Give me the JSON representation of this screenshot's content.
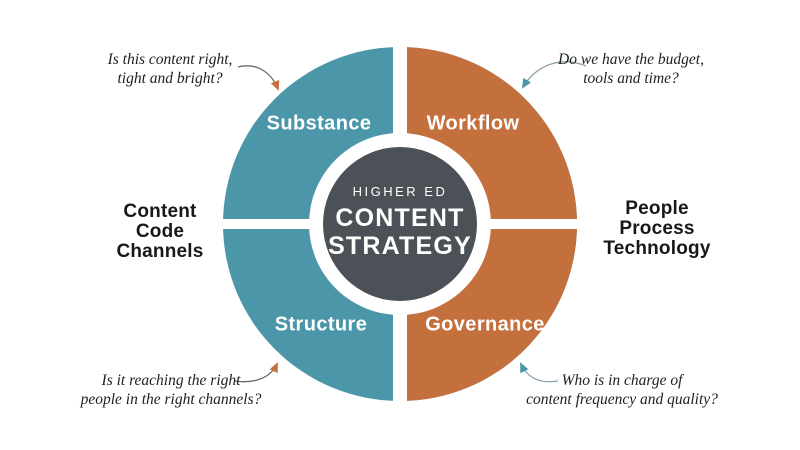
{
  "diagram": {
    "center": {
      "kicker": "HIGHER ED",
      "title_line1": "CONTENT",
      "title_line2": "STRATEGY"
    },
    "quadrants": {
      "substance": {
        "label": "Substance"
      },
      "workflow": {
        "label": "Workflow"
      },
      "structure": {
        "label": "Structure"
      },
      "governance": {
        "label": "Governance"
      }
    },
    "left_label": {
      "line1": "Content",
      "line2": "Code",
      "line3": "Channels"
    },
    "right_label": {
      "line1": "People",
      "line2": "Process",
      "line3": "Technology"
    },
    "annotations": {
      "substance": {
        "line1": "Is this content right,",
        "line2": "tight and bright?"
      },
      "workflow": {
        "line1": "Do we have the budget,",
        "line2": "tools and time?"
      },
      "structure": {
        "line1": "Is it reaching the right",
        "line2": "people in the right channels?"
      },
      "governance": {
        "line1": "Who is in charge of",
        "line2": "content frequency and quality?"
      }
    }
  },
  "colors": {
    "teal": "#4B96A8",
    "orange": "#C3703C",
    "dark_gray": "#4C5157",
    "background": "#FFFFFF",
    "arrow_neutral": "#6B6B6B",
    "arrow_blue_gray": "#8BA2AC"
  }
}
